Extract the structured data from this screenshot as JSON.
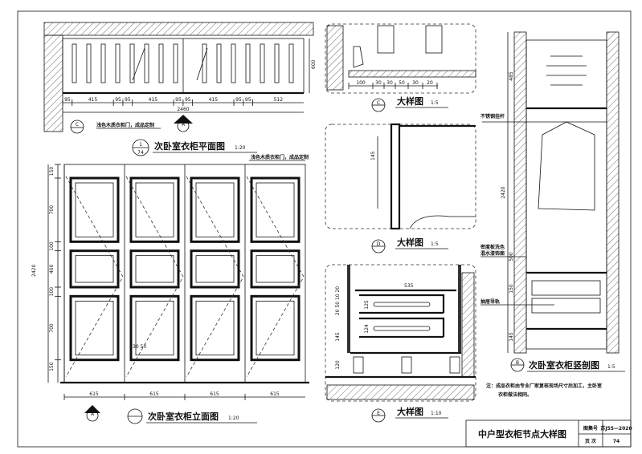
{
  "sheet": {
    "title": "中户型衣柜节点大样图",
    "atlas_label": "图集号",
    "atlas_number": "苏J55—2020",
    "page_label": "页  次",
    "page_number": "74"
  },
  "plan": {
    "title": "次卧室衣柜平面图",
    "scale": "1:20",
    "ref_top": "1",
    "ref_bottom": "74",
    "depth": "600",
    "dims": [
      "95",
      "415",
      "95",
      "95",
      "415",
      "95",
      "95",
      "415",
      "95",
      "95",
      "512"
    ],
    "total": "2460",
    "door_note": "浅色木质衣柜门，成品定制",
    "callout_c": "C",
    "callout_a": "A"
  },
  "elevation": {
    "title": "次卧室衣柜立面图",
    "scale": "1:20",
    "callout": "A",
    "door_note": "浅色木质衣柜门，成品定制",
    "vertical_dims": [
      "150",
      "700",
      "100",
      "400",
      "100",
      "700",
      "150"
    ],
    "total": "2420",
    "bottom_dims": [
      "615",
      "615",
      "615",
      "615"
    ],
    "handle_dims": "30 50"
  },
  "detail_c": {
    "callout": "C",
    "title": "大样图",
    "scale": "1:5",
    "dims": [
      "100",
      "30",
      "30",
      "50",
      "30",
      "20"
    ]
  },
  "detail_d": {
    "callout": "D",
    "title": "大样图",
    "scale": "1:5",
    "dim": "145"
  },
  "detail_e": {
    "callout": "E",
    "title": "大样图",
    "scale": "1:10",
    "width": "535",
    "dims": [
      "125",
      "124",
      "145",
      "120",
      "20 50 10 20"
    ]
  },
  "section": {
    "title": "次卧室衣柜竖剖图",
    "scale": "1:5",
    "callout": "B",
    "rail_label": "不锈钢挂杆",
    "finish_label_1": "密度板洗色",
    "finish_label_2": "混水漆饰面",
    "drawer_label": "抽屉导轨",
    "dims": [
      "485",
      "2420",
      "500",
      "145",
      "150"
    ]
  },
  "note": {
    "line1": "注：成品衣柜由专业厂家复核现场尺寸后加工，主卧室",
    "line2": "衣柜做法相同。"
  }
}
